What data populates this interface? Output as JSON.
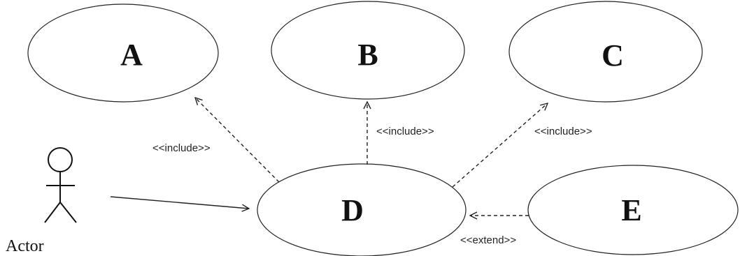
{
  "use_cases": {
    "a": "A",
    "b": "B",
    "c": "C",
    "d": "D",
    "e": "E"
  },
  "actor": {
    "label": "Actor"
  },
  "relations": {
    "d_to_a": "<<include>>",
    "d_to_b": "<<include>>",
    "d_to_c": "<<include>>",
    "e_to_d": "<<extend>>"
  }
}
